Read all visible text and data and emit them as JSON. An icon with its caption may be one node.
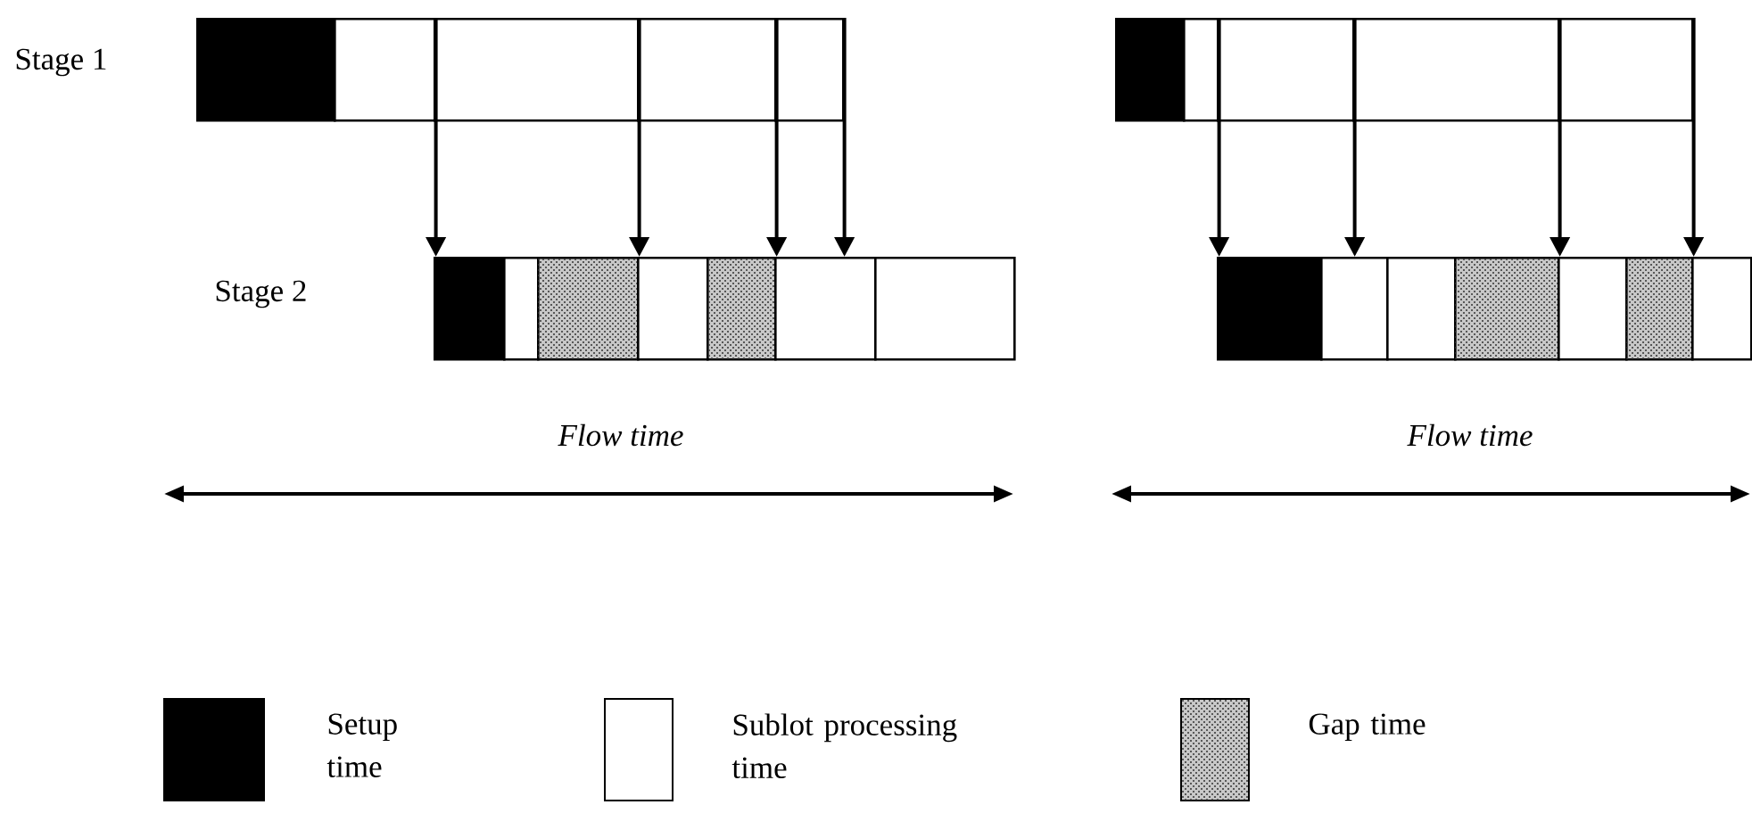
{
  "diagram": {
    "nodes": [
      {
        "text": [],
        "shape": "box"
      },
      {
        "text": [],
        "shape": "box"
      },
      {
        "text": [],
        "shape": "box"
      },
      {
        "text": [],
        "shape": "box"
      },
      {
        "text": [],
        "shape": "box"
      },
      {
        "text": [],
        "shape": "box"
      },
      {
        "text": [],
        "shape": "box"
      },
      {
        "text": [],
        "shape": "box"
      },
      {
        "text": [],
        "shape": "box"
      },
      {
        "text": [],
        "shape": "box"
      },
      {
        "text": [],
        "shape": "box"
      },
      {
        "text": [],
        "shape": "box"
      },
      {
        "text": [],
        "shape": "box"
      },
      {
        "text": [],
        "shape": "box"
      },
      {
        "text": [],
        "shape": "box"
      },
      {
        "text": [],
        "shape": "box"
      },
      {
        "text": [],
        "shape": "box"
      },
      {
        "text": [],
        "shape": "box"
      },
      {
        "text": [],
        "shape": "box"
      },
      {
        "text": [],
        "shape": "box"
      },
      {
        "text": [],
        "shape": "box"
      },
      {
        "text": [],
        "shape": "box"
      },
      {
        "text": [],
        "shape": "box"
      },
      {
        "text": [],
        "shape": "box"
      }
    ],
    "edges": [
      {
        "from": 1,
        "to": 10,
        "arrow": "to"
      },
      {
        "from": 2,
        "to": 13,
        "arrow": "to"
      },
      {
        "from": 3,
        "to": 15,
        "arrow": "to"
      },
      {
        "from": 4,
        "to": 15,
        "arrow": "to"
      },
      {
        "from": 6,
        "to": 17,
        "arrow": "to"
      },
      {
        "from": 7,
        "to": 18,
        "arrow": "to"
      },
      {
        "from": 8,
        "to": 21,
        "arrow": "to"
      },
      {
        "from": 9,
        "to": 23,
        "arrow": "to"
      }
    ],
    "labels": [
      "Stage 1",
      "Stage 2",
      "Flow time",
      "Flow time"
    ],
    "legend": [
      {
        "text": "Setup time",
        "color": "#000000"
      },
      {
        "text": "Sublot processing time"
      },
      {
        "text": "Gap time",
        "color": "#c8c8c8"
      }
    ]
  }
}
